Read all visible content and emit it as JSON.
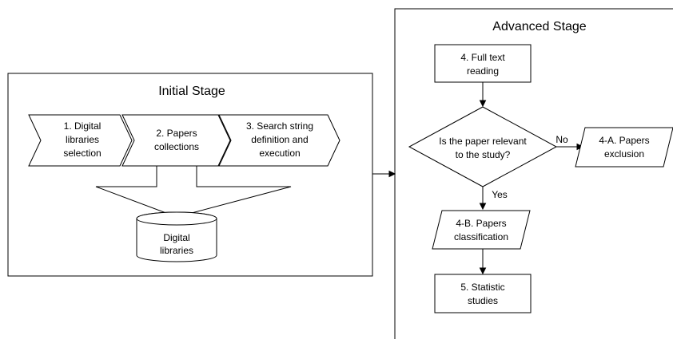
{
  "initial_stage": {
    "title": "Initial Stage",
    "steps": [
      {
        "line1": "1. Digital",
        "line2": "libraries",
        "line3": "selection"
      },
      {
        "line1": "2. Papers",
        "line2": "collections"
      },
      {
        "line1": "3. Search string",
        "line2": "definition and",
        "line3": "execution"
      }
    ],
    "database": {
      "line1": "Digital",
      "line2": "libraries"
    }
  },
  "advanced_stage": {
    "title": "Advanced Stage",
    "full_text": {
      "line1": "4. Full text",
      "line2": "reading"
    },
    "decision": {
      "line1": "Is the paper relevant",
      "line2": "to the study?"
    },
    "no_label": "No",
    "yes_label": "Yes",
    "exclusion": {
      "line1": "4-A. Papers",
      "line2": "exclusion"
    },
    "classification": {
      "line1": "4-B. Papers",
      "line2": "classification"
    },
    "statistic": {
      "line1": "5. Statistic",
      "line2": "studies"
    }
  }
}
